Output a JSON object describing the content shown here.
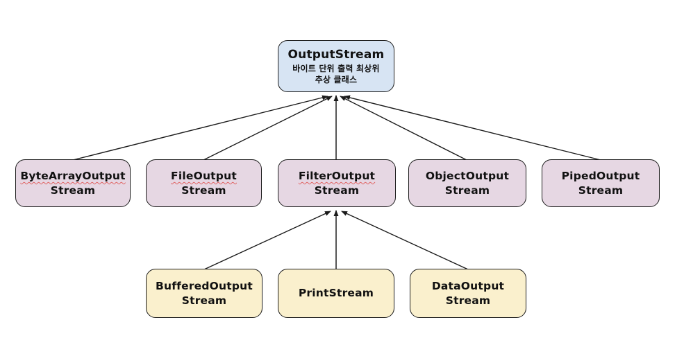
{
  "diagram": {
    "root": {
      "title": "OutputStream",
      "desc_line1": "바이트 단위 출력 최상위",
      "desc_line2": "추상 클래스"
    },
    "middle_row": [
      {
        "line1": "ByteArrayOutput",
        "line2": "Stream",
        "squiggle_line1": true
      },
      {
        "line1": "FileOutput",
        "line2": "Stream",
        "squiggle_line1": true
      },
      {
        "line1": "FilterOutput",
        "line2": "Stream",
        "squiggle_line1": true
      },
      {
        "line1": "ObjectOutput",
        "line2": "Stream",
        "squiggle_line1": false
      },
      {
        "line1": "PipedOutput",
        "line2": "Stream",
        "squiggle_line1": false
      }
    ],
    "bottom_row": [
      {
        "line1": "BufferedOutput",
        "line2": "Stream",
        "squiggle_line1": false
      },
      {
        "line1": "PrintStream",
        "line2": "",
        "squiggle_line1": false
      },
      {
        "line1": "DataOutput",
        "line2": "Stream",
        "squiggle_line1": false
      }
    ],
    "edges": [
      {
        "from": "ByteArrayOutputStream",
        "to": "OutputStream"
      },
      {
        "from": "FileOutputStream",
        "to": "OutputStream"
      },
      {
        "from": "FilterOutputStream",
        "to": "OutputStream"
      },
      {
        "from": "ObjectOutputStream",
        "to": "OutputStream"
      },
      {
        "from": "PipedOutputStream",
        "to": "OutputStream"
      },
      {
        "from": "BufferedOutputStream",
        "to": "FilterOutputStream"
      },
      {
        "from": "PrintStream",
        "to": "FilterOutputStream"
      },
      {
        "from": "DataOutputStream",
        "to": "FilterOutputStream"
      }
    ],
    "colors": {
      "root_fill": "#d7e4f3",
      "middle_fill": "#e6d7e3",
      "bottom_fill": "#faf0cd",
      "border": "#1c1c1c",
      "edge": "#1a1a1a",
      "edge_vertical": "#555555",
      "squiggle_underline": "#e06666",
      "background": "#ffffff"
    }
  }
}
